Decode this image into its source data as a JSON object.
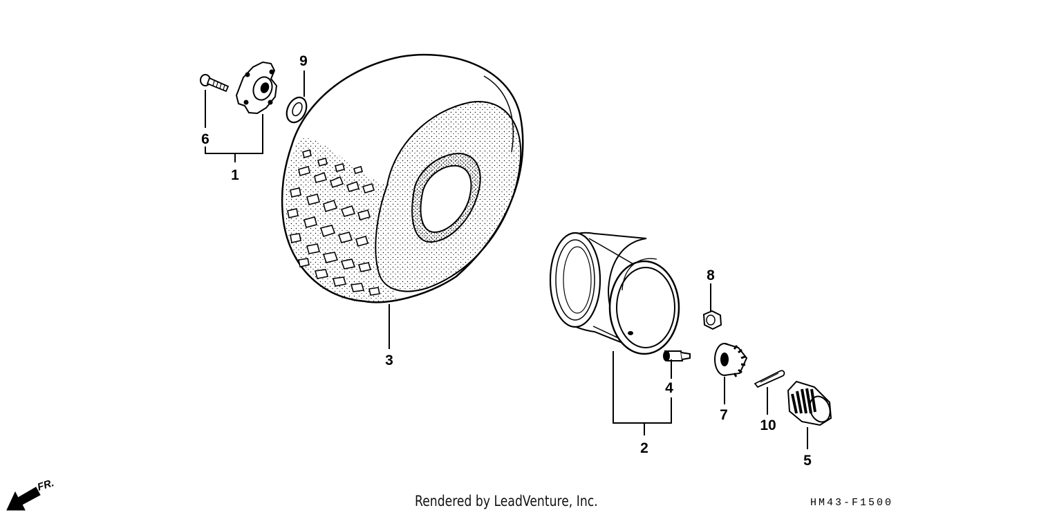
{
  "diagram": {
    "callouts": {
      "c1": "1",
      "c2": "2",
      "c3": "3",
      "c4": "4",
      "c5": "5",
      "c6": "6",
      "c7": "7",
      "c8": "8",
      "c9": "9",
      "c10": "10"
    },
    "direction_label": "FR.",
    "footer": "Rendered by LeadVenture, Inc.",
    "figure_code": "HM43-F1500"
  }
}
